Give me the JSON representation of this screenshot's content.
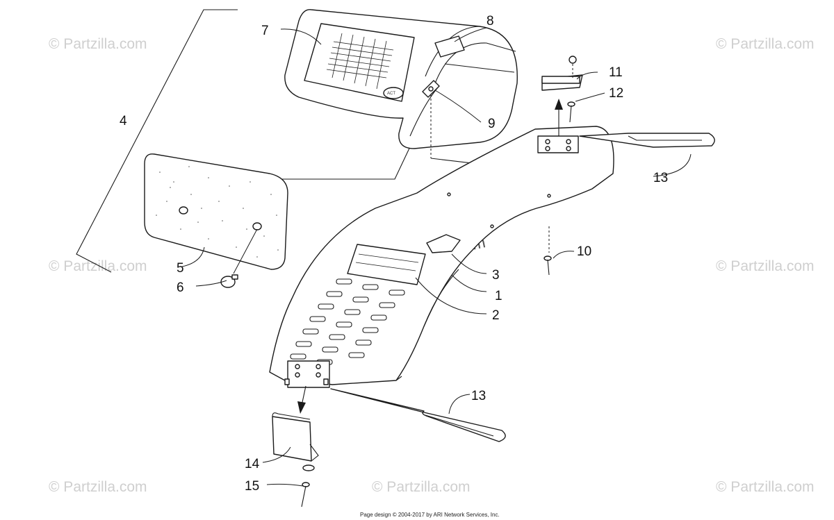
{
  "diagram": {
    "callouts": [
      {
        "id": "1",
        "label": "1"
      },
      {
        "id": "2",
        "label": "2"
      },
      {
        "id": "3",
        "label": "3"
      },
      {
        "id": "4",
        "label": "4"
      },
      {
        "id": "5",
        "label": "5"
      },
      {
        "id": "6",
        "label": "6"
      },
      {
        "id": "7",
        "label": "7"
      },
      {
        "id": "8",
        "label": "8"
      },
      {
        "id": "9",
        "label": "9"
      },
      {
        "id": "10",
        "label": "10"
      },
      {
        "id": "11",
        "label": "11"
      },
      {
        "id": "12",
        "label": "12"
      },
      {
        "id": "13a",
        "label": "13"
      },
      {
        "id": "13b",
        "label": "13"
      },
      {
        "id": "14",
        "label": "14"
      },
      {
        "id": "15",
        "label": "15"
      }
    ],
    "decal_brand": "ACT"
  },
  "watermark": {
    "text": "© Partzilla.com",
    "center_text": "© Partzilla.com"
  },
  "footer": {
    "text": "Page design © 2004-2017 by ARI Network Services, Inc."
  }
}
